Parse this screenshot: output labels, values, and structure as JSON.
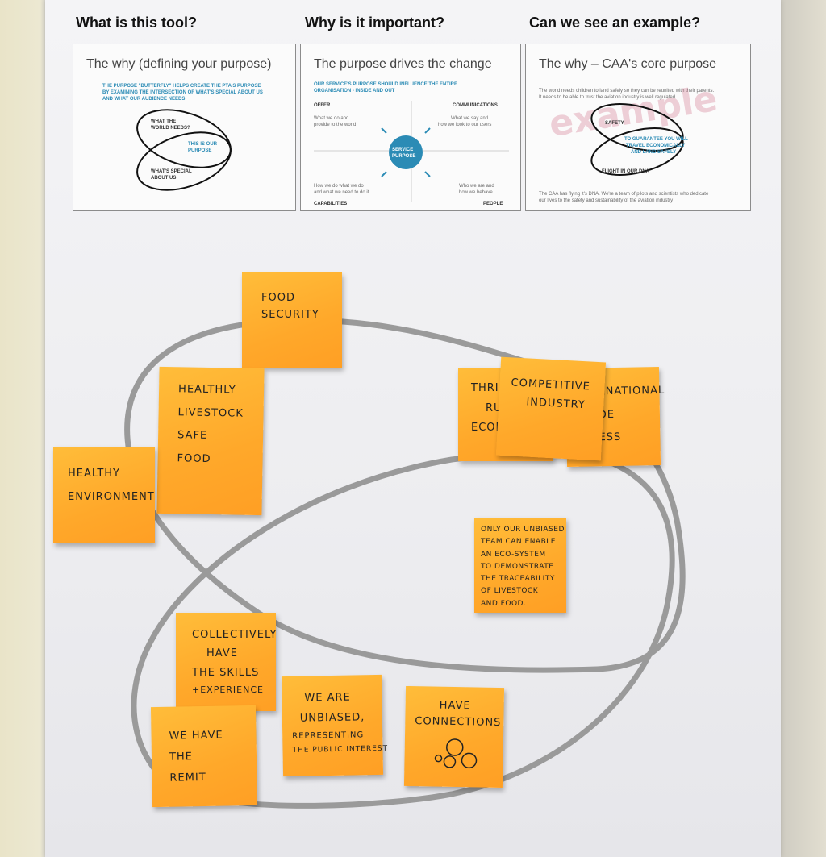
{
  "headings": [
    "What is this tool?",
    "Why is it important?",
    "Can we see an example?"
  ],
  "slides": [
    {
      "title": "The why (defining your purpose)",
      "intro": [
        "THE PURPOSE \"BUTTERFLY\" HELPS CREATE THE PTA'S PURPOSE",
        "BY EXAMINING THE INTERSECTION OF WHAT'S SPECIAL ABOUT US",
        "AND WHAT OUR AUDIENCE NEEDS"
      ],
      "top_label": [
        "WHAT THE",
        "WORLD NEEDS?"
      ],
      "middle_label": [
        "THIS IS OUR",
        "PURPOSE"
      ],
      "bottom_label": [
        "WHAT'S SPECIAL",
        "ABOUT US"
      ]
    },
    {
      "title": "The purpose drives the change",
      "intro": [
        "OUR SERVICE'S PURPOSE SHOULD INFLUENCE THE ENTIRE",
        "ORGANISATION - INSIDE AND OUT"
      ],
      "offer": "OFFER",
      "offer_text": [
        "What we do and",
        "provide to the world"
      ],
      "communications": "COMMUNICATIONS",
      "communications_text": [
        "What we say and",
        "how we look to our users"
      ],
      "center": [
        "SERVICE",
        "PURPOSE"
      ],
      "capabilities_text": [
        "How we do what we do",
        "and what we need to do it"
      ],
      "capabilities": "CAPABILITIES",
      "people_text": [
        "Who we are and",
        "how we behave"
      ],
      "people": "PEOPLE"
    },
    {
      "title": "The why – CAA's core purpose",
      "intro": [
        "The world needs children to land safely so they can be reunited with their parents.",
        "It needs to be able to trust the aviation industry is well regulated"
      ],
      "watermark": "example",
      "safety": "SAFETY",
      "middle_label": [
        "TO GUARANTEE YOU WILL",
        "TRAVEL ECONOMICALLY",
        "AND LAND SAFELY"
      ],
      "flight": "FLIGHT IN OUR DNA",
      "outro": [
        "The CAA has flying it's DNA. We're a team of pilots and scientists who dedicate",
        "our lives to the safety and sustainability of the aviation industry"
      ]
    }
  ],
  "notes": {
    "food_security": [
      "Food",
      "Security"
    ],
    "healthly_livestock": [
      "Healthly",
      "Livestock",
      "Safe",
      "Food"
    ],
    "healthy_environment": [
      "Healthy",
      "Environment"
    ],
    "thriving_rural": [
      "Thri",
      "Ru",
      "Econ"
    ],
    "competitive_industry": [
      "Competitive",
      "Industry"
    ],
    "international_trade": [
      "ernational",
      "ade",
      "cess"
    ],
    "only_our_unbiased": [
      "Only our unbiased",
      "team can enable",
      "an eco-system",
      "to demonstrate",
      "the traceability",
      "of livestock",
      "and food."
    ],
    "collectively": [
      "Collectively",
      "have",
      "the skills",
      "+experience"
    ],
    "we_have_remit": [
      "We have",
      "the",
      "remit"
    ],
    "we_are_unbiased": [
      "We are",
      "unbiased,",
      "representing",
      "the public interest"
    ],
    "have_connections": [
      "Have",
      "Connections"
    ]
  },
  "colors": {
    "note": "#ffa82a",
    "loop": "#9a9a9a",
    "accent_blue": "#2b8bb5"
  }
}
